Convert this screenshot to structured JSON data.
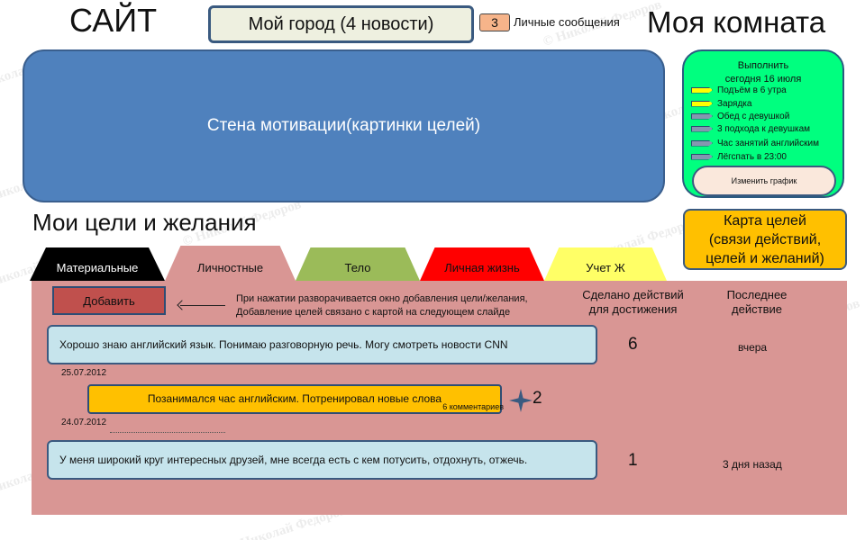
{
  "header": {
    "site_title": "САЙТ",
    "city_button": "Мой город (4 новости)",
    "messages_count": "3",
    "messages_label": "Личные сообщения",
    "room_title": "Моя комната"
  },
  "wall": {
    "label": "Стена мотивации(картинки целей)"
  },
  "schedule": {
    "heading_line1": "Выполнить",
    "heading_line2": "сегодня  16 июля",
    "items": [
      {
        "label": "Подъём в 6 утра",
        "color": "#ffff00"
      },
      {
        "label": "Зарядка",
        "color": "#ffff00"
      },
      {
        "label": "Обед с девушкой",
        "color": "#8497b0"
      },
      {
        "label": "3 подхода к девушкам",
        "color": "#8497b0"
      },
      {
        "label": "Час занятий английским",
        "color": "#8497b0"
      },
      {
        "label": "Лёгспать в 23:00",
        "color": "#8497b0"
      }
    ],
    "change_button": "Изменить график"
  },
  "goals": {
    "title": "Мои цели и желания"
  },
  "goal_map": {
    "line1": "Карта целей",
    "line2": "(связи действий,",
    "line3": "целей и желаний)"
  },
  "tabs": [
    {
      "label": "Материальные",
      "bg": "#000000",
      "fg": "#ffffff"
    },
    {
      "label": "Личностные",
      "bg": "#d99694",
      "fg": "#222222"
    },
    {
      "label": "Тело",
      "bg": "#9bbb59",
      "fg": "#222222"
    },
    {
      "label": "Личная жизнь",
      "bg": "#ff0000",
      "fg": "#222222"
    },
    {
      "label": "Учет Ж",
      "bg": "#ffff66",
      "fg": "#222222"
    }
  ],
  "toolbar": {
    "add_label": "Добавить",
    "hint_line1": "При нажатии разворачивается окно добавления цели/желания,",
    "hint_line2": "Добавление целей связано с картой на следующем слайде"
  },
  "columns": {
    "actions_line1": "Сделано действий",
    "actions_line2": "для достижения",
    "last_line1": "Последнее",
    "last_line2": "действие"
  },
  "goals_list": [
    {
      "text": "Хорошо знаю английский язык. Понимаю разговорную речь. Могу смотреть новости CNN",
      "actions": "6",
      "last": "вчера"
    },
    {
      "text": "У меня широкий круг интересных друзей, мне всегда есть с кем потусить, отдохнуть, отжечь.",
      "actions": "1",
      "last": "3 дня назад"
    }
  ],
  "timeline": {
    "date1": "25.07.2012",
    "action_text": "Позанимался час английским. Потренировал новые слова",
    "action_comments": "6 комментариев",
    "star_count": "2",
    "date2": "24.07.2012"
  },
  "watermark": {
    "text": "© Николай Федоров"
  }
}
